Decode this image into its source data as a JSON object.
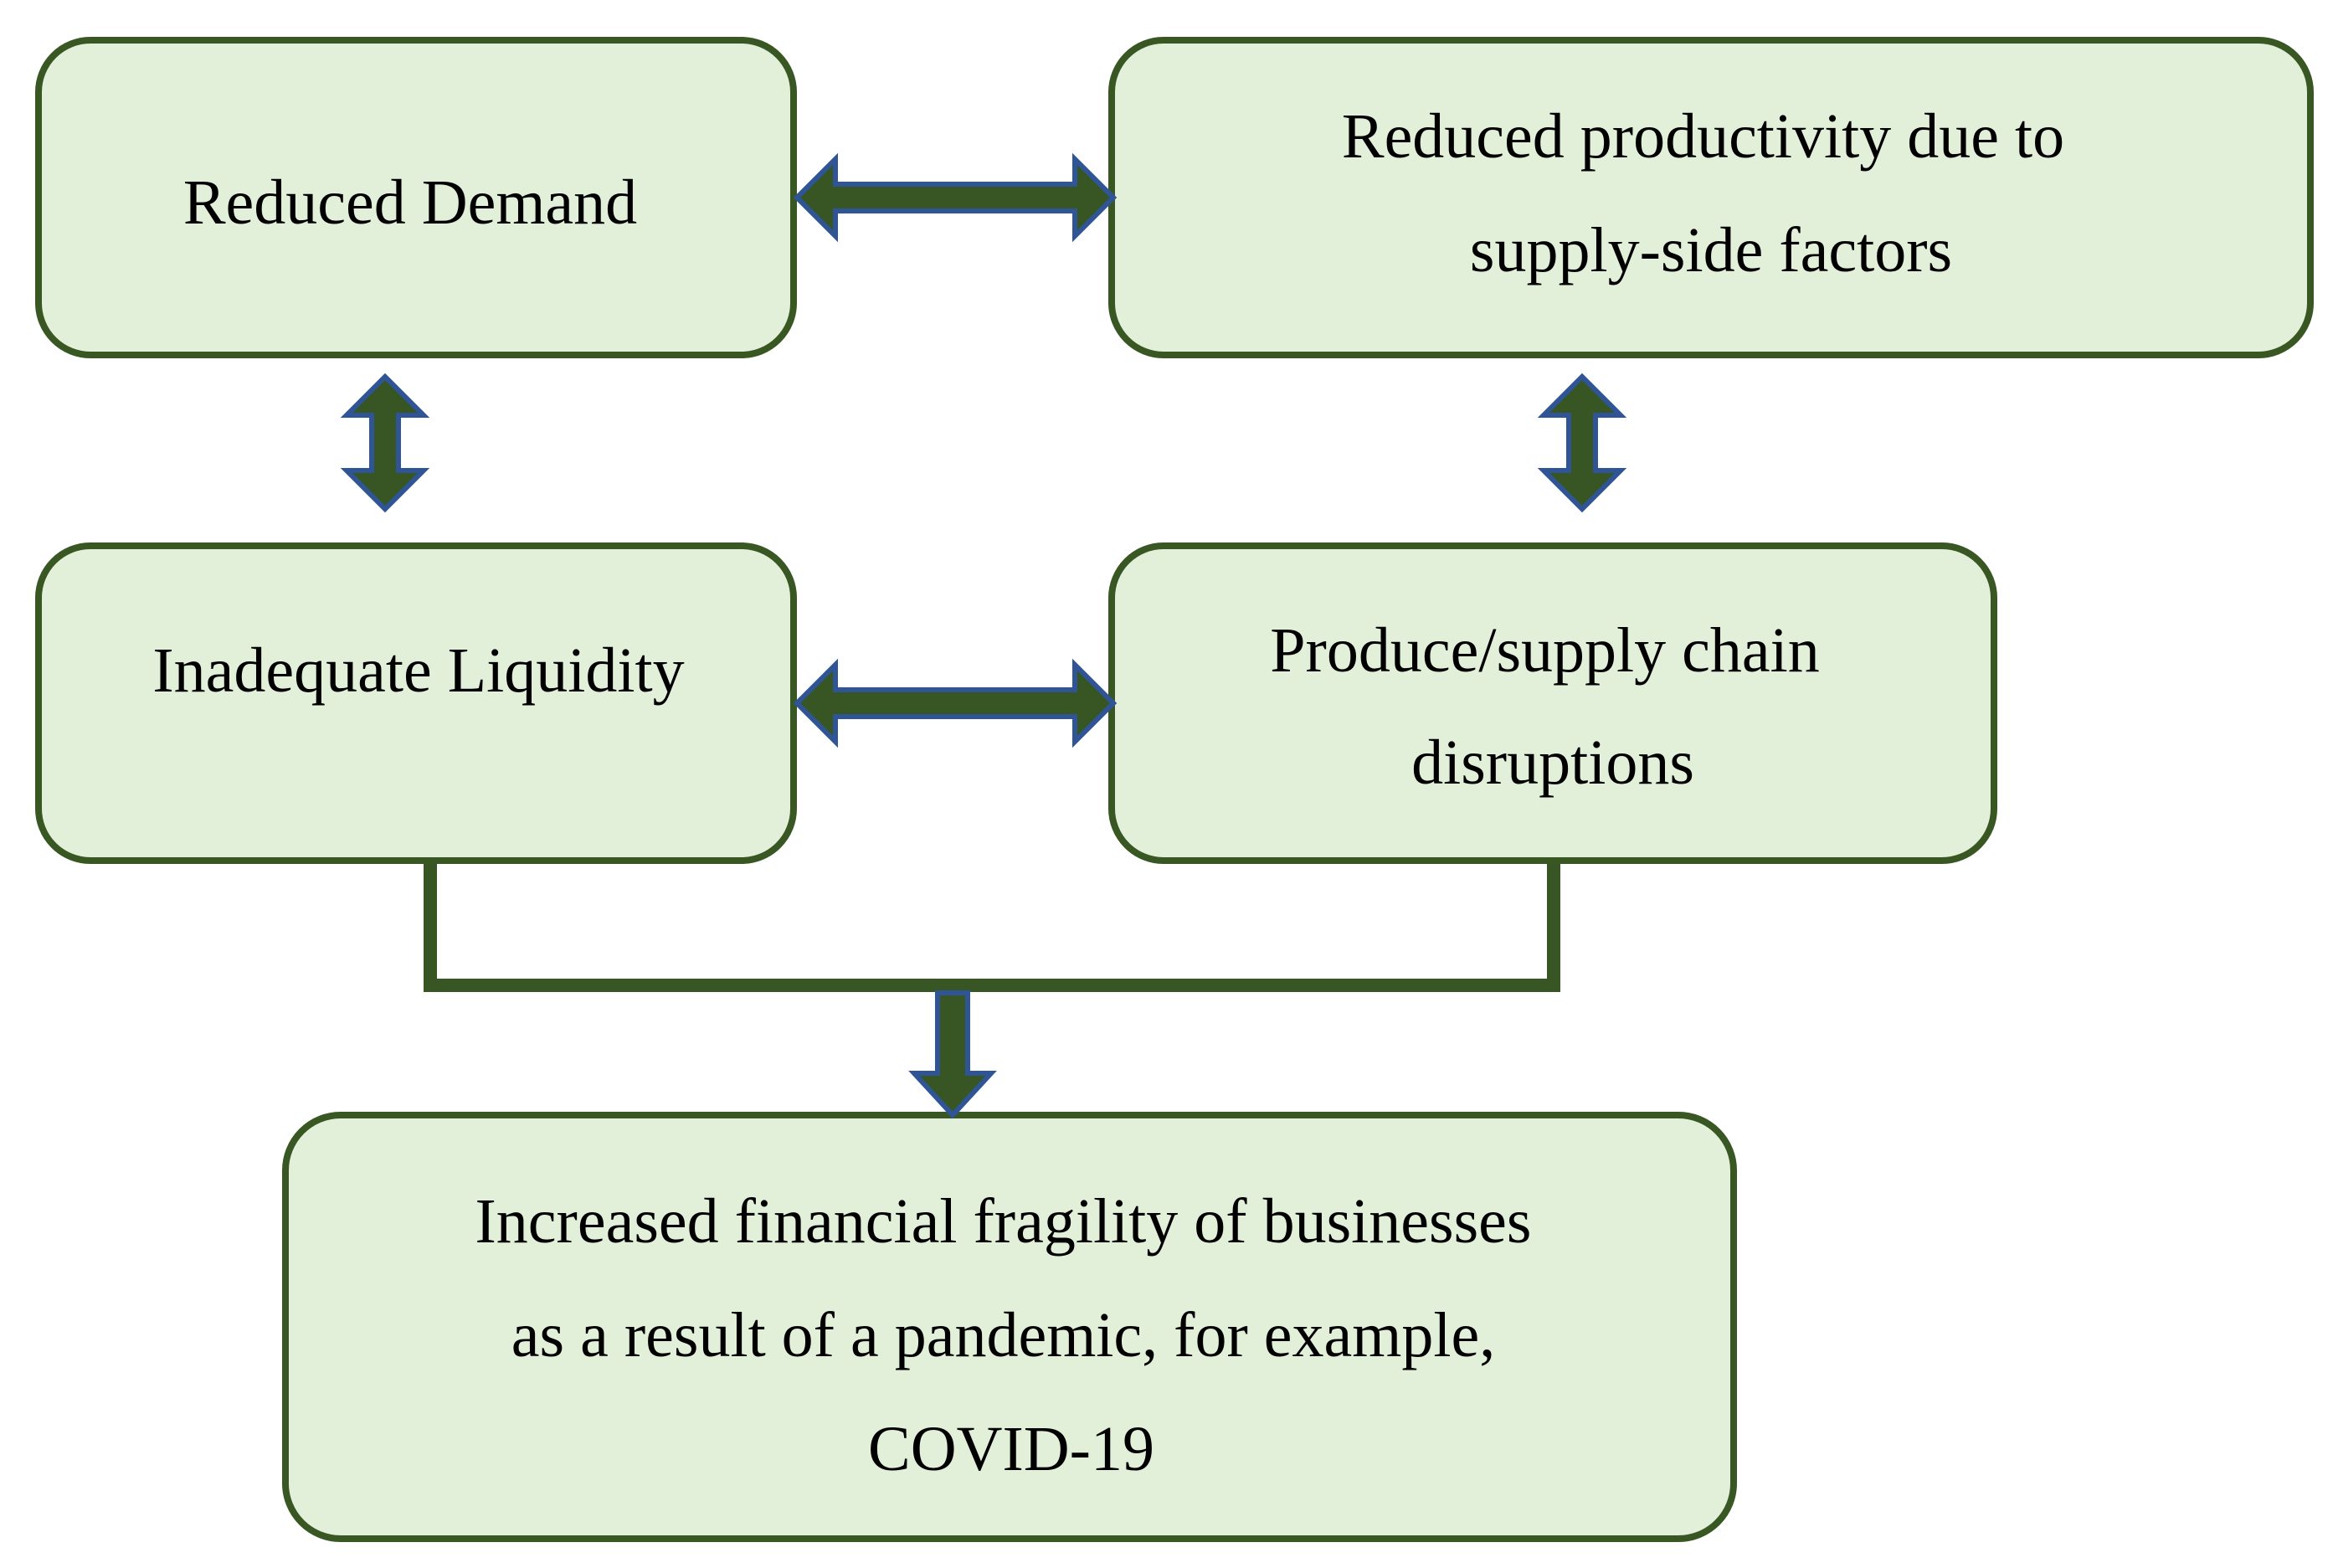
{
  "nodes": {
    "reduced_demand": {
      "lines": [
        "Reduced Demand"
      ]
    },
    "reduced_productivity": {
      "lines": [
        "Reduced productivity due to",
        "supply-side factors"
      ]
    },
    "inadequate_liquidity": {
      "lines": [
        "Inadequate Liquidity"
      ]
    },
    "supply_chain": {
      "lines": [
        "Produce/supply chain",
        "disruptions"
      ]
    },
    "financial_fragility": {
      "lines": [
        "Increased financial fragility of businesses",
        "as a result of a pandemic, for example,",
        "COVID-19"
      ]
    }
  },
  "edges": [
    {
      "from": "reduced_demand",
      "to": "reduced_productivity",
      "direction": "both"
    },
    {
      "from": "reduced_demand",
      "to": "inadequate_liquidity",
      "direction": "both"
    },
    {
      "from": "reduced_productivity",
      "to": "supply_chain",
      "direction": "both"
    },
    {
      "from": "inadequate_liquidity",
      "to": "supply_chain",
      "direction": "both"
    },
    {
      "from": "inadequate_liquidity",
      "to": "financial_fragility",
      "direction": "forward"
    },
    {
      "from": "supply_chain",
      "to": "financial_fragility",
      "direction": "forward"
    }
  ],
  "colors": {
    "box_fill": "#e2efd9",
    "box_border": "#385723",
    "arrow_fill": "#375623",
    "arrow_outline": "#2f5597",
    "text": "#000000"
  }
}
